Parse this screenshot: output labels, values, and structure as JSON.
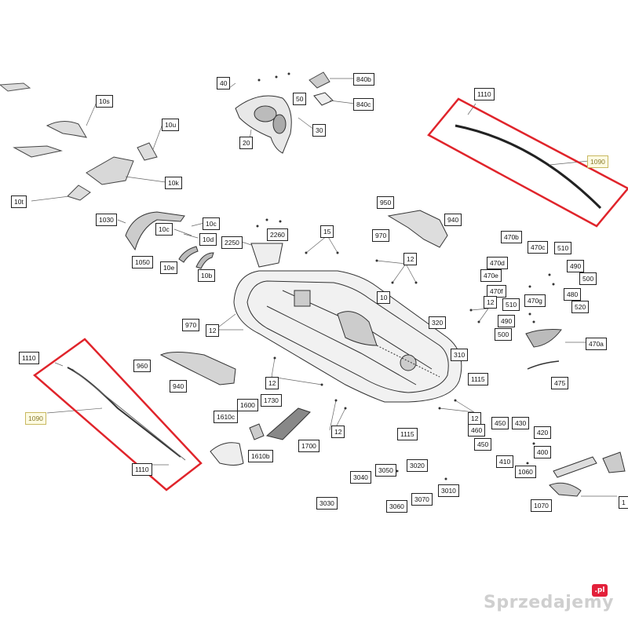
{
  "labels": {
    "l40": "40",
    "l840b": "840b",
    "l50": "50",
    "l840c": "840c",
    "l30": "30",
    "l20": "20",
    "l10s": "10s",
    "l10u": "10u",
    "l10k": "10k",
    "l10t": "10t",
    "l1110a": "1110",
    "l1090a": "1090",
    "l950": "950",
    "l940a": "940",
    "l970a": "970",
    "l1030": "1030",
    "l10c1": "10c",
    "l10c2": "10c",
    "l10d": "10d",
    "l1050": "1050",
    "l10e": "10e",
    "l10b": "10b",
    "l2260": "2260",
    "l2250": "2250",
    "l15": "15",
    "l12a": "12",
    "l470b": "470b",
    "l470c": "470c",
    "l510": "510",
    "l470d": "470d",
    "l490a": "490",
    "l470e": "470e",
    "l500a": "500",
    "l470f": "470f",
    "l12b": "12",
    "l470g": "470g",
    "l480": "480",
    "l510b": "510",
    "l520": "520",
    "l490b": "490",
    "l500b": "500",
    "l470a": "470a",
    "l10": "10",
    "l320": "320",
    "l310": "310",
    "l475": "475",
    "l970b": "970",
    "l12c": "12",
    "l960": "960",
    "l940b": "940",
    "l12d": "12",
    "l1110b": "1110",
    "l1090b": "1090",
    "l1110c": "1110",
    "l1600": "1600",
    "l1730": "1730",
    "l1610c": "1610c",
    "l1610b": "1610b",
    "l1700": "1700",
    "l12e": "12",
    "l1115a": "1115",
    "l1115b": "1115",
    "l12f": "12",
    "l460": "460",
    "l450a": "450",
    "l430": "430",
    "l420": "420",
    "l450b": "450",
    "l400": "400",
    "l410": "410",
    "l1060": "1060",
    "l1070": "1070",
    "l1180": "1",
    "l3040": "3040",
    "l3050": "3050",
    "l3020": "3020",
    "l3010": "3010",
    "l3070": "3070",
    "l3030": "3030",
    "l3060": "3060"
  },
  "watermark": "Sprzedajemy",
  "watermark_badge": ".pl",
  "colors": {
    "highlight_box": "#e0242b",
    "line": "#555555",
    "part": "#3a3a3a"
  }
}
